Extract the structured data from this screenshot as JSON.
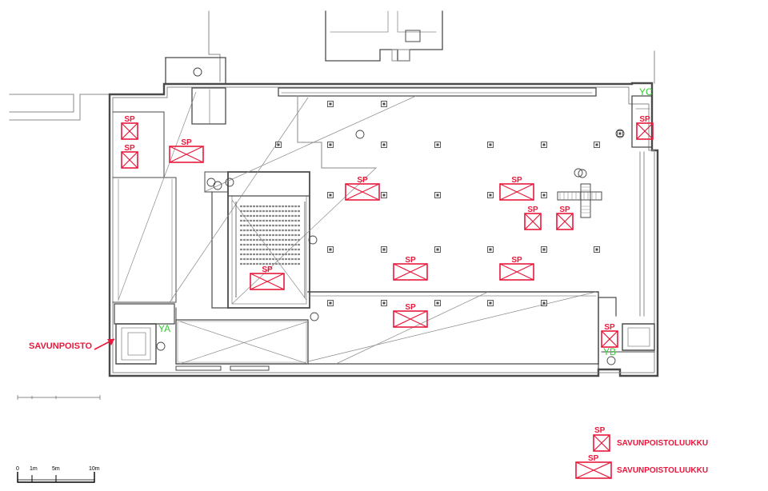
{
  "colors": {
    "line": "#4a4a4a",
    "thin": "#8a8a8a",
    "hatch": "#bdbdbd",
    "red": "#e8193c",
    "green": "#33cc33"
  },
  "labels": {
    "sp": "SP",
    "smoke_exhaust": "SAVUNPOISTO",
    "stair_a": "YA",
    "stair_b": "YB",
    "stair_c": "YC"
  },
  "legend": {
    "items": [
      {
        "symbol": "SP",
        "variant": "square",
        "label": "SAVUNPOISTOLUUKKU"
      },
      {
        "symbol": "SP",
        "variant": "wide",
        "label": "SAVUNPOISTOLUUKKU"
      }
    ]
  },
  "scale_bar": {
    "ticks": [
      "0",
      "1m",
      "5m",
      "10m"
    ]
  },
  "hatches": [
    {
      "id": "hatch-01",
      "variant": "square"
    },
    {
      "id": "hatch-02",
      "variant": "square"
    },
    {
      "id": "hatch-03",
      "variant": "wide"
    },
    {
      "id": "hatch-04",
      "variant": "wide"
    },
    {
      "id": "hatch-05",
      "variant": "wide"
    },
    {
      "id": "hatch-06",
      "variant": "square"
    },
    {
      "id": "hatch-07",
      "variant": "square"
    },
    {
      "id": "hatch-08",
      "variant": "wide"
    },
    {
      "id": "hatch-09",
      "variant": "wide"
    },
    {
      "id": "hatch-10",
      "variant": "wide"
    },
    {
      "id": "hatch-11",
      "variant": "wide"
    },
    {
      "id": "hatch-12",
      "variant": "square"
    },
    {
      "id": "hatch-13",
      "variant": "square"
    }
  ]
}
